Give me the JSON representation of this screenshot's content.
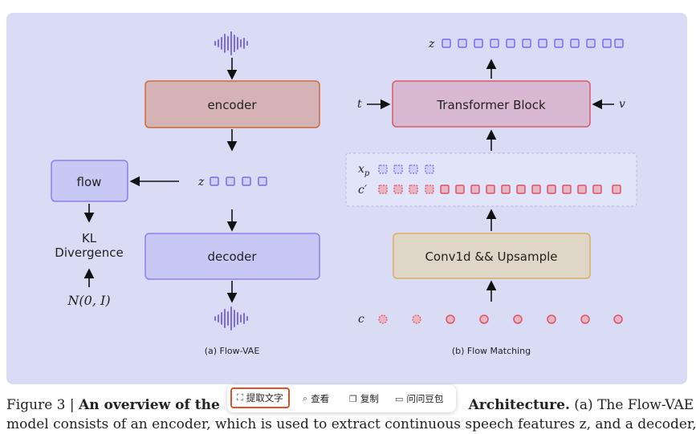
{
  "diagram": {
    "left": {
      "encoder_label": "encoder",
      "decoder_label": "decoder",
      "flow_label": "flow",
      "kl_label_1": "KL",
      "kl_label_2": "Divergence",
      "normal_label": "N(0, I)",
      "z_label": "z",
      "caption": "(a) Flow-VAE"
    },
    "right": {
      "transformer_label": "Transformer Block",
      "conv_label": "Conv1d && Upsample",
      "z_label": "z",
      "t_label": "t",
      "v_label": "v",
      "xp_label": "x",
      "xp_sub": "p",
      "cprime_label": "c′",
      "c_label": "c",
      "caption": "(b) Flow Matching"
    },
    "colors": {
      "panel_bg": "#dadcf5",
      "encoder_fill": "#d5b3b4",
      "encoder_stroke": "#d26a3f",
      "decoder_fill": "#c8c8f5",
      "decoder_stroke": "#8f7ef0",
      "flow_fill": "#c8c8f5",
      "transformer_fill": "#d9b9d2",
      "transformer_stroke": "#d65a6a",
      "conv_fill": "#e0d6c8",
      "conv_stroke": "#d8b05a",
      "purple_token": "#7b6bea",
      "red_token": "#d95566"
    }
  },
  "caption": {
    "prefix": "Figure 3 | ",
    "bold_1": "An overview of the ",
    "bold_2": " Architecture.",
    "text_1": " (a) The Flow-VAE",
    "line_2": "model consists of an encoder, which is used to extract continuous speech features z, and a decoder,"
  },
  "toolbar": {
    "extract_text": "提取文字",
    "view": "查看",
    "copy": "复制",
    "ask_doubao": "问问豆包"
  }
}
